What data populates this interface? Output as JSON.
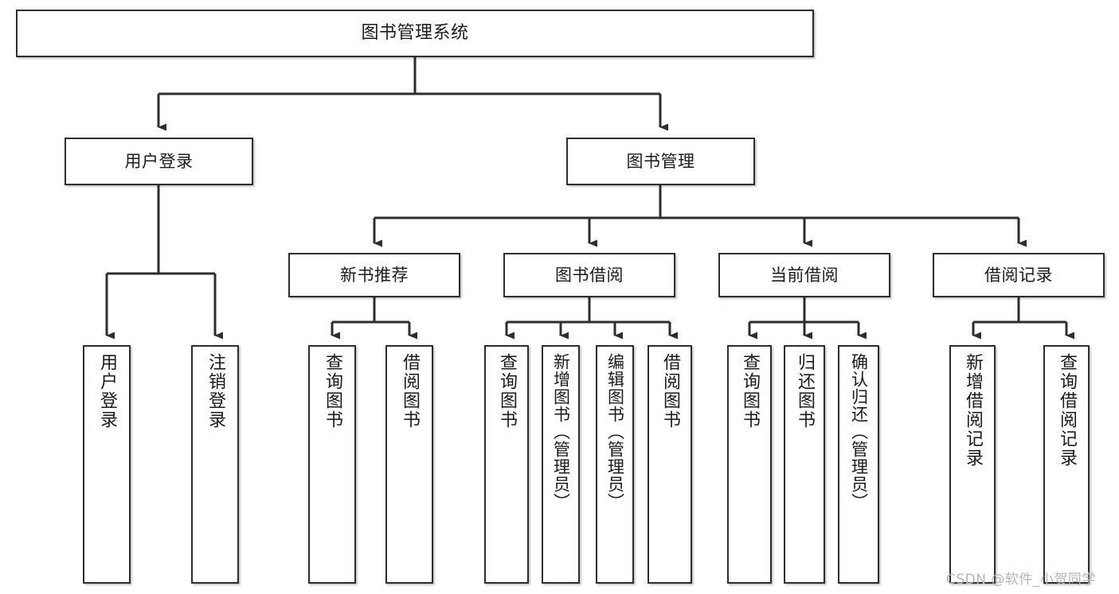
{
  "diagram": {
    "type": "tree",
    "title": "图书管理系统",
    "orientation": "top-down",
    "line_color": "#2e2e2e",
    "box_fill": "#ffffff",
    "text_color": "#1b1b1b"
  },
  "nodes": {
    "root": {
      "label": "图书管理系统"
    },
    "level1": [
      {
        "label": "用户登录"
      },
      {
        "label": "图书管理"
      }
    ],
    "level2": [
      {
        "label": "新书推荐"
      },
      {
        "label": "图书借阅"
      },
      {
        "label": "当前借阅"
      },
      {
        "label": "借阅记录"
      }
    ],
    "leaves": {
      "user_login": [
        {
          "label": "用户登录"
        },
        {
          "label": "注销登录"
        }
      ],
      "new_book": [
        {
          "label": "查询图书"
        },
        {
          "label": "借阅图书"
        }
      ],
      "book_borrow": [
        {
          "label": "查询图书"
        },
        {
          "label": "新增图书（管理员）"
        },
        {
          "label": "编辑图书（管理员）"
        },
        {
          "label": "借阅图书"
        }
      ],
      "current_borrow": [
        {
          "label": "查询图书"
        },
        {
          "label": "归还图书"
        },
        {
          "label": "确认归还（管理员）"
        }
      ],
      "borrow_record": [
        {
          "label": "新增借阅记录"
        },
        {
          "label": "查询借阅记录"
        }
      ]
    }
  },
  "watermark": {
    "text": "CSDN @软件_小贺同学"
  }
}
